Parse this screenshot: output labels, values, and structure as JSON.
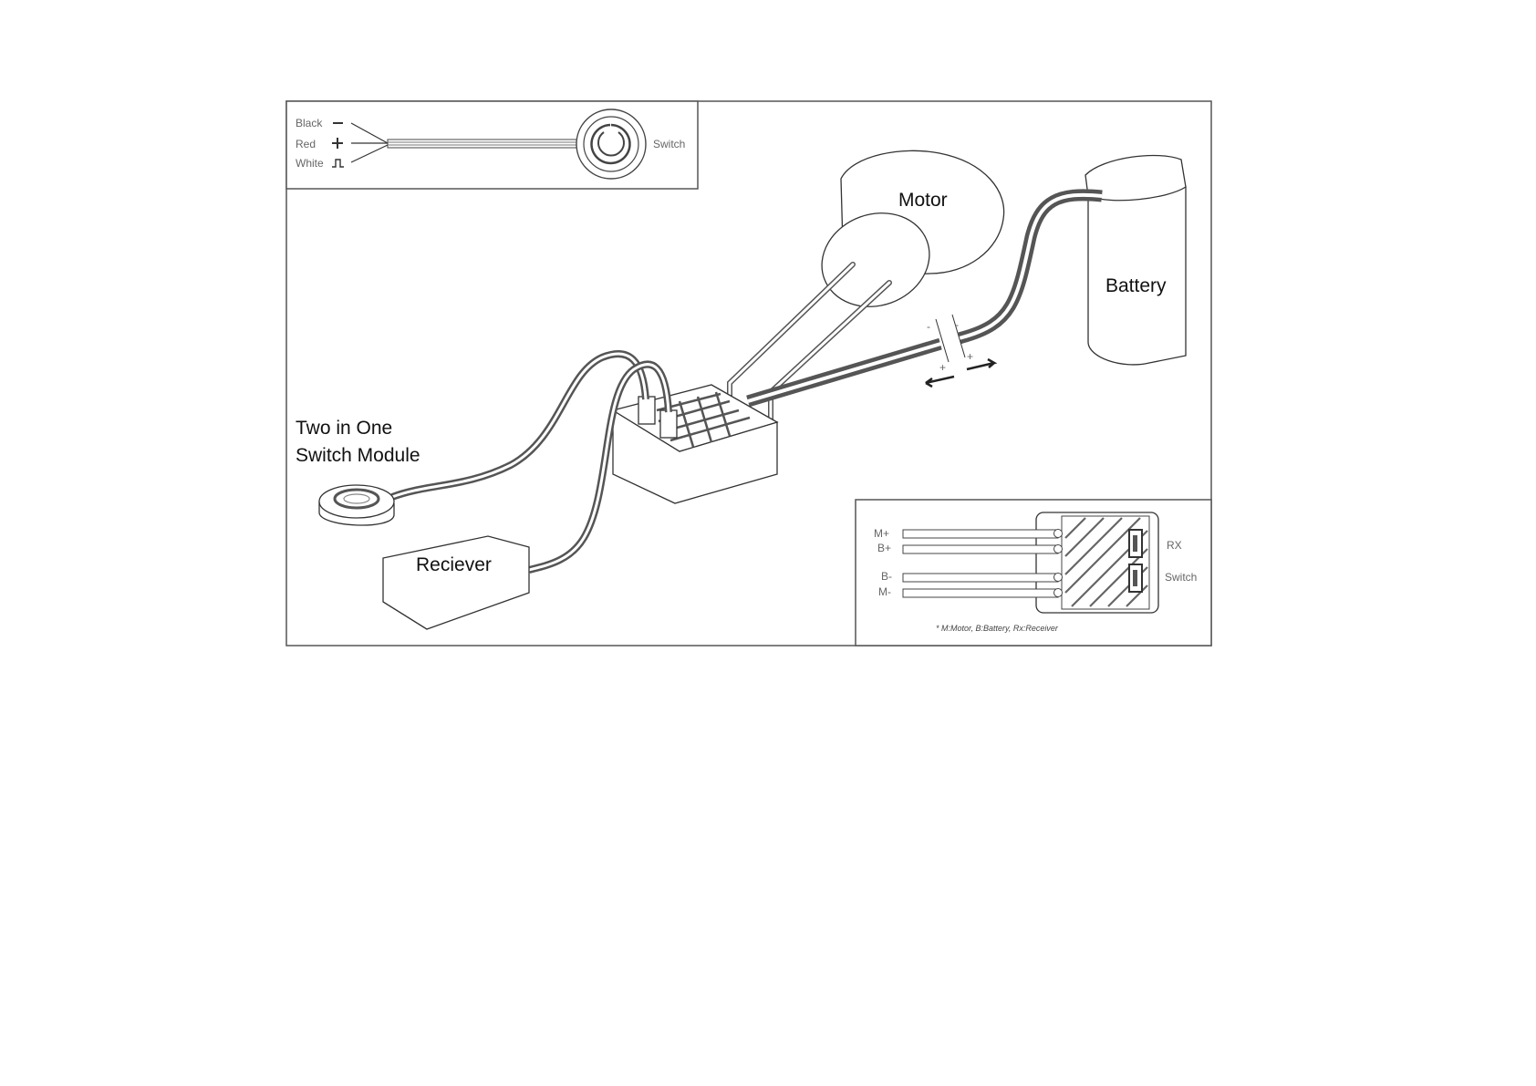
{
  "labels": {
    "motor": "Motor",
    "battery": "Battery",
    "switch_module_line1": "Two in One",
    "switch_module_line2": "Switch Module",
    "receiver": "Reciever"
  },
  "switch_inset": {
    "wires": [
      {
        "name": "Black",
        "symbol": "—"
      },
      {
        "name": "Red",
        "symbol": "+"
      },
      {
        "name": "White",
        "symbol": "⎍"
      }
    ],
    "switch_label": "Switch"
  },
  "esc_inset": {
    "left_pins": [
      "M+",
      "B+",
      "B-",
      "M-"
    ],
    "right_ports": [
      "RX",
      "Switch"
    ],
    "footnote": "* M:Motor,   B:Battery,   Rx:Receiver"
  },
  "polarity": {
    "plus": "+",
    "minus": "-"
  }
}
